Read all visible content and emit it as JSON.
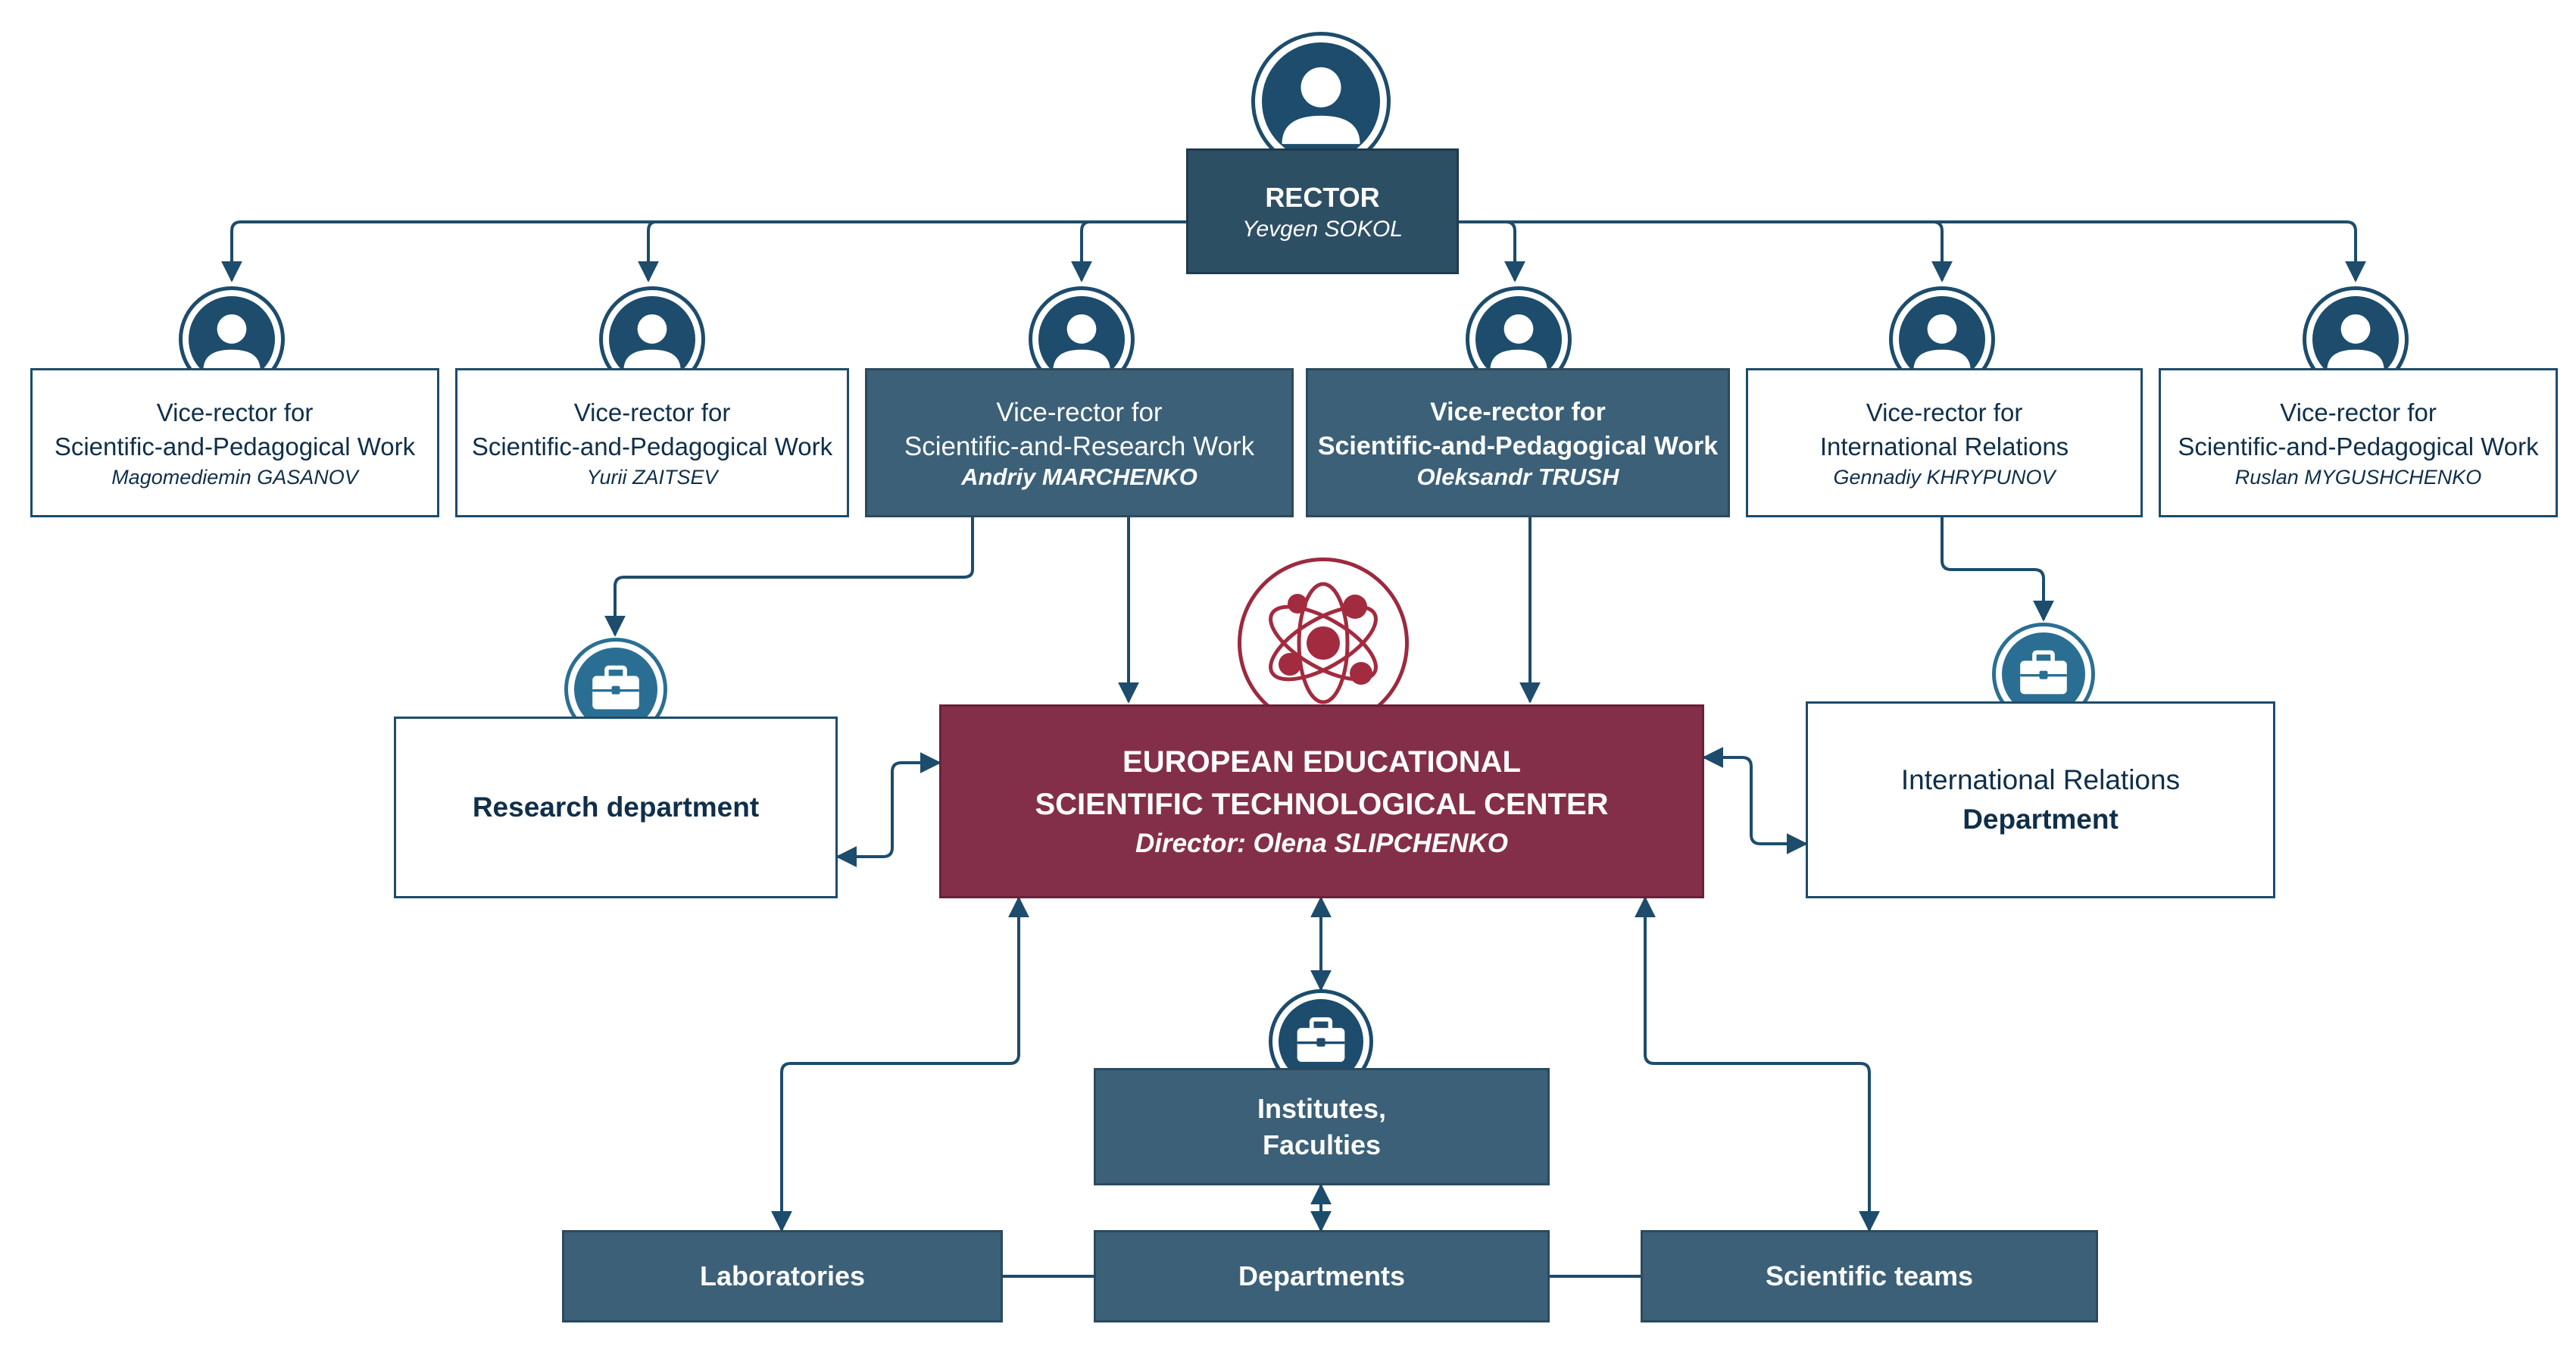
{
  "rector": {
    "title": "RECTOR",
    "name": "Yevgen SOKOL"
  },
  "vice_rectors": [
    {
      "line1": "Vice-rector for",
      "line2": "Scientific-and-Pedagogical Work",
      "name": "Magomediemin GASANOV"
    },
    {
      "line1": "Vice-rector for",
      "line2": "Scientific-and-Pedagogical Work",
      "name": "Yurii ZAITSEV"
    },
    {
      "line1": "Vice-rector for",
      "line2": "Scientific-and-Research Work",
      "name": "Andriy MARCHENKO"
    },
    {
      "line1": "Vice-rector for",
      "line2": "Scientific-and-Pedagogical Work",
      "name": "Oleksandr TRUSH"
    },
    {
      "line1": "Vice-rector for",
      "line2": "International Relations",
      "name": "Gennadiy KHRYPUNOV"
    },
    {
      "line1": "Vice-rector for",
      "line2": "Scientific-and-Pedagogical Work",
      "name": "Ruslan MYGUSHCHENKO"
    }
  ],
  "center": {
    "line1": "EUROPEAN EDUCATIONAL",
    "line2": "SCIENTIFIC TECHNOLOGICAL CENTER",
    "director": "Director: Olena SLIPCHENKO"
  },
  "research_department": "Research department",
  "international_department": {
    "line1": "International Relations",
    "line2": "Department"
  },
  "institutes": {
    "line1": "Institutes,",
    "line2": "Faculties"
  },
  "bottom": {
    "laboratories": "Laboratories",
    "departments": "Departments",
    "scientific_teams": "Scientific teams"
  },
  "icons": {
    "person": "person-icon",
    "briefcase": "briefcase-icon",
    "logo": "center-logo-icon"
  },
  "colors": {
    "dark_box": "#3b6078",
    "rector_box": "#2d4f64",
    "center_box": "#842f49",
    "line": "#1d4c6c"
  }
}
